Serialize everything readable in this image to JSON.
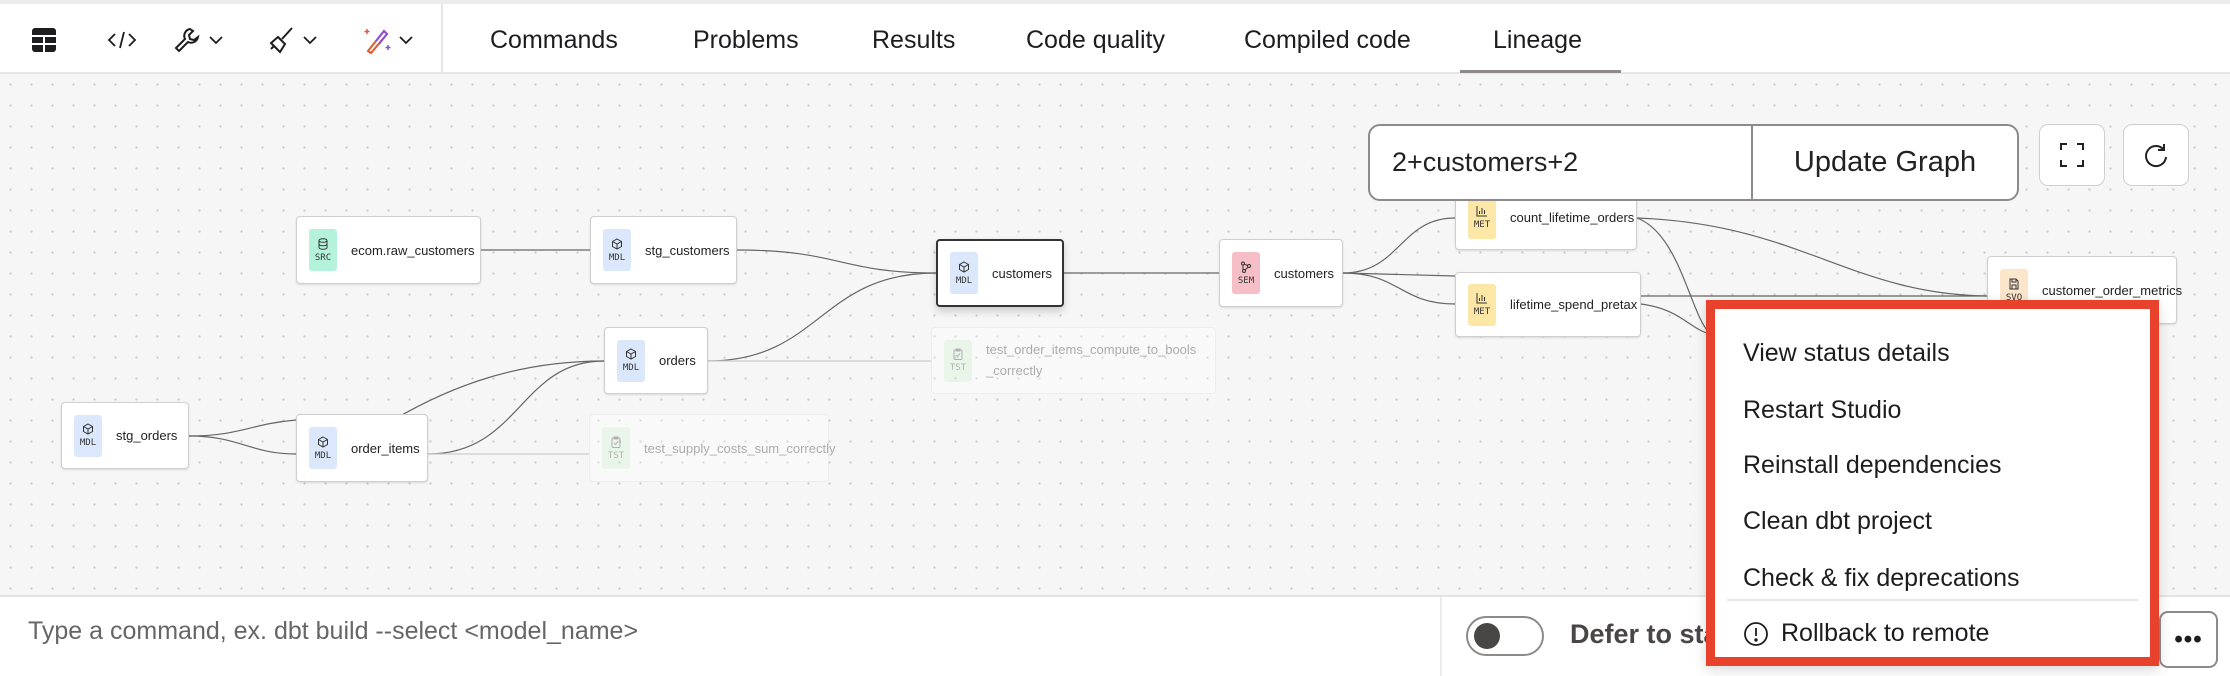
{
  "toolbar": {
    "icons": [
      "table-icon",
      "code-icon",
      "wrench-icon",
      "broom-icon",
      "magic-wand-icon"
    ],
    "tabs": [
      {
        "label": "Commands"
      },
      {
        "label": "Problems"
      },
      {
        "label": "Results"
      },
      {
        "label": "Code quality"
      },
      {
        "label": "Compiled code"
      },
      {
        "label": "Lineage",
        "active": true
      }
    ]
  },
  "lineage": {
    "selector_value": "2+customers+2",
    "update_label": "Update Graph",
    "nodes": [
      {
        "label": "ecom.raw_customers",
        "type": "SRC",
        "color": "#b5f2dc"
      },
      {
        "label": "stg_customers",
        "type": "MDL",
        "color": "#dbe8fb"
      },
      {
        "label": "customers",
        "type": "MDL",
        "color": "#dbe8fb",
        "selected": true
      },
      {
        "label": "orders",
        "type": "MDL",
        "color": "#dbe8fb"
      },
      {
        "label": "stg_orders",
        "type": "MDL",
        "color": "#dbe8fb"
      },
      {
        "label": "order_items",
        "type": "MDL",
        "color": "#dbe8fb"
      },
      {
        "label": "test_order_items_compute_to_bools _correctly",
        "type": "TST",
        "color": "#d6f5d6",
        "faded": true
      },
      {
        "label": "test_supply_costs_sum_correctly",
        "type": "TST",
        "color": "#d6f5d6",
        "faded": true
      },
      {
        "label": "customers",
        "type": "SEM",
        "color": "#f6bfc8"
      },
      {
        "label": "count_lifetime_orders",
        "type": "MET",
        "color": "#fde7a6"
      },
      {
        "label": "lifetime_spend_pretax",
        "type": "MET",
        "color": "#fde7a6"
      },
      {
        "label": "customer_order_metrics",
        "type": "SVQ",
        "color": "#fbe6cc"
      }
    ]
  },
  "bottom": {
    "command_placeholder": "Type a command, ex. dbt build --select <model_name>",
    "defer_label": "Defer to sta",
    "defer_enabled": false,
    "more_label": "•••"
  },
  "menu": {
    "items": [
      {
        "label": "View status details"
      },
      {
        "label": "Restart Studio"
      },
      {
        "label": "Reinstall dependencies"
      },
      {
        "label": "Clean dbt project"
      },
      {
        "label": "Check & fix deprecations"
      }
    ],
    "rollback_label": "Rollback to remote",
    "highlight_color": "#e8412c"
  }
}
